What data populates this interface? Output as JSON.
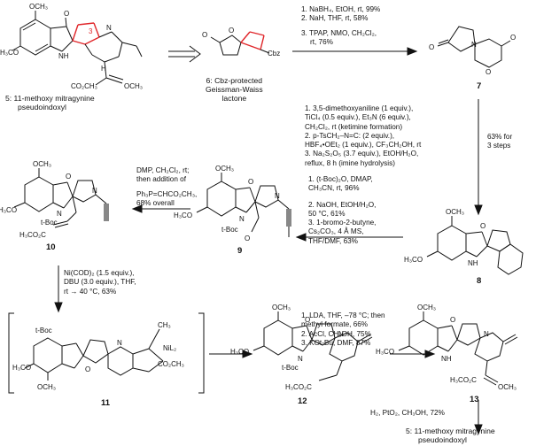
{
  "compounds": {
    "c5_label": "5: 11-methoxy mitragynine",
    "c5_label2": "pseudoindoxyl",
    "c6_label": "6: Cbz-protected",
    "c6_label2": "Geissman-Waiss",
    "c6_label3": "lactone",
    "c7": "7",
    "c8": "8",
    "c9": "9",
    "c10": "10",
    "c11": "11",
    "c12": "12",
    "c13": "13",
    "final_label": "5: 11-methoxy mitragynine",
    "final_label2": "pseudoindoxyl"
  },
  "steps": {
    "s6to7": [
      "1. NaBH₄, EtOH, rt, 99%",
      "2. NaH, THF, rt, 58%",
      "3. TPAP, NMO, CH₂Cl₂,",
      "    rt, 76%"
    ],
    "s7to8": [
      "1. 3,5-dimethoxyaniline (1 equiv.),",
      "    TiCl₄ (0.5 equiv.), Et₃N (6 equiv.),",
      "    CH₂Cl₂, rt (ketimine formation)",
      "2. p-TsCH₂–N=C: (2 equiv.),",
      "    HBF₄•OEt₂ (1 equiv.), CF₃CH₂OH, rt",
      "3. Na₂S₂O₅ (3.7 equiv.), EtOH/H₂O,",
      "    reflux, 8 h (imine hydrolysis)"
    ],
    "s7to8_yield": [
      "63% for",
      "3 steps"
    ],
    "s8to9": [
      "1. (t-Boc)₂O, DMAP,",
      "    CH₃CN, rt, 96%",
      "2. NaOH, EtOH/H₂O,",
      "    50 °C, 61%",
      "3. 1-bromo-2-butyne,",
      "    Cs₂CO₃, 4 Å MS,",
      "    THF/DMF, 63%"
    ],
    "s9to10": [
      "DMP, CH₂Cl₂, rt;",
      "then addition of",
      "Ph₃P=CHCO₂CH₃,",
      "68% overall"
    ],
    "s10to11": [
      "Ni(COD)₂ (1.5 equiv.),",
      "DBU (3.0 equiv.), THF,",
      "rt → 40 °C, 63%"
    ],
    "s12to13": [
      "1. LDA, THF, –78 °C; then",
      "    methyl formate, 66%",
      "2. AcCl, CH₃OH, 75%",
      "3. KOt-Bu, DMF, 87%"
    ],
    "s13to5": "H₂, PtO₂, CH₃OH, 72%"
  },
  "atoms": {
    "ome": "OCH₃",
    "meo": "H₃CO",
    "o": "O",
    "n": "N",
    "nh": "NH",
    "h": "H",
    "cbz": "Cbz",
    "tboc": "t-Boc",
    "co2me": "CO₂CH₃",
    "meo2c": "H₃CO₂C",
    "ch3": "CH₃",
    "nil2": "NiL₂",
    "n3": "3"
  },
  "colors": {
    "highlight": "#e0262a",
    "ink": "#111111"
  }
}
